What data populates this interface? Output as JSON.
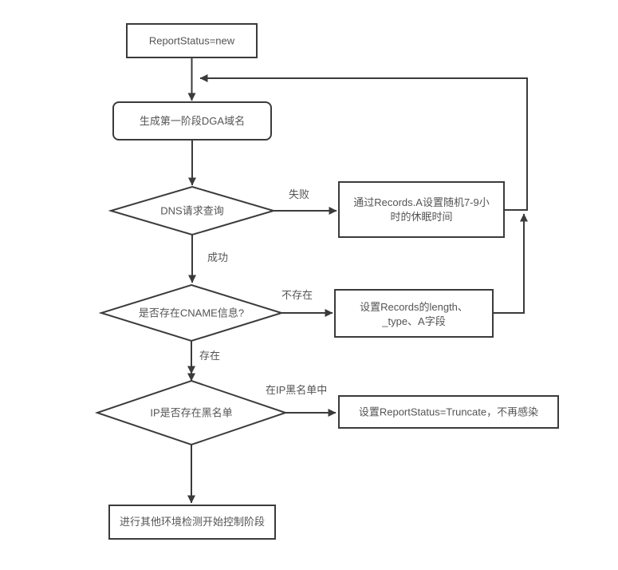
{
  "diagram": {
    "type": "flowchart",
    "colors": {
      "stroke": "#3b3b3b",
      "text": "#545454",
      "node_fill": "#ffffff",
      "background": "#ffffff"
    },
    "nodes": {
      "start": {
        "label": "ReportStatus=new",
        "shape": "rect"
      },
      "generate_dga": {
        "label": "生成第一阶段DGA域名",
        "shape": "rounded-rect"
      },
      "dns_query": {
        "label": "DNS请求查询",
        "shape": "diamond"
      },
      "sleep_time": {
        "line1": "通过Records.A设置随机7-9小",
        "line2": "时的休眠时间",
        "shape": "rect"
      },
      "cname_check": {
        "label": "是否存在CNAME信息?",
        "shape": "diamond"
      },
      "set_records": {
        "line1": "设置Records的length、",
        "line2": "_type、A字段",
        "shape": "rect"
      },
      "ip_blacklist": {
        "label": "IP是否存在黑名单",
        "shape": "diamond"
      },
      "truncate": {
        "label": "设置ReportStatus=Truncate，不再感染",
        "shape": "rect"
      },
      "control_stage": {
        "label": "进行其他环境检测开始控制阶段",
        "shape": "rect"
      }
    },
    "edge_labels": {
      "fail": "失败",
      "success": "成功",
      "not_exist": "不存在",
      "exist": "存在",
      "in_blacklist": "在IP黑名单中"
    }
  }
}
